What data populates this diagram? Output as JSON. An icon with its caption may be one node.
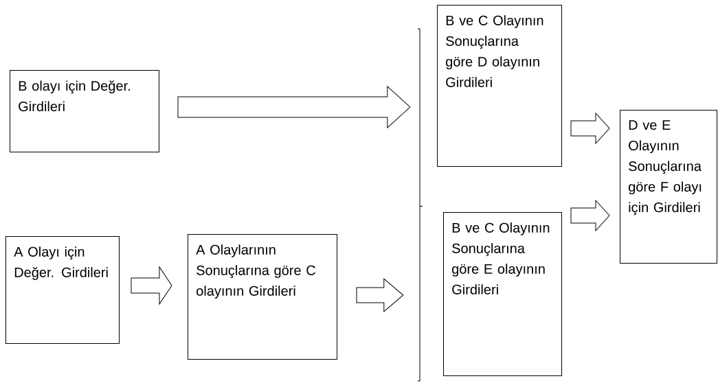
{
  "diagram": {
    "nodes": [
      {
        "text": [
          "B olayı için Değer. Girdileri"
        ]
      },
      {
        "text": [
          "A Olayı için Değer. Girdileri"
        ]
      },
      {
        "text": [
          "A Olaylarının Sonuçlarına göre C olayının Girdileri"
        ]
      },
      {
        "text": [],
        "shape": "bracket"
      },
      {
        "text": [
          "B ve C Olayının Sonuçlarına göre D olayının Girdileri"
        ]
      },
      {
        "text": [
          "B ve C Olayının Sonuçlarına göre E olayının Girdileri"
        ]
      },
      {
        "text": [
          "D ve E Olayının Sonuçlarına göre F olayı için Girdileri"
        ]
      }
    ],
    "edges": [
      {
        "from": 0,
        "to": 3,
        "arrow": "to"
      },
      {
        "from": 1,
        "to": 2,
        "arrow": "to"
      },
      {
        "from": 2,
        "to": 3,
        "arrow": "to"
      },
      {
        "from": 4,
        "to": 6,
        "arrow": "to"
      },
      {
        "from": 5,
        "to": 6,
        "arrow": "to"
      }
    ]
  }
}
